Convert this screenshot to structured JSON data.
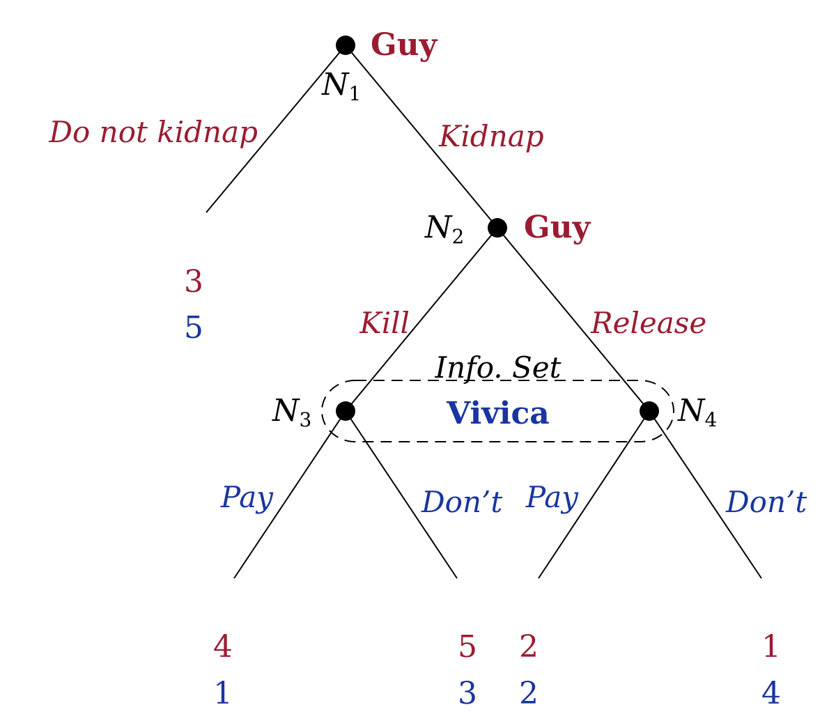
{
  "colors": {
    "player1": "#9b1c31",
    "player2": "#1a35a0",
    "ink": "#000000"
  },
  "players": {
    "p1": "Guy",
    "p2": "Vivica"
  },
  "nodes": {
    "n1": {
      "letter": "N",
      "sub": "1"
    },
    "n2": {
      "letter": "N",
      "sub": "2"
    },
    "n3": {
      "letter": "N",
      "sub": "3"
    },
    "n4": {
      "letter": "N",
      "sub": "4"
    }
  },
  "moves": {
    "do_not_kidnap": "Do not kidnap",
    "kidnap": "Kidnap",
    "kill": "Kill",
    "release": "Release",
    "pay_left": "Pay",
    "dont_left": "Don’t",
    "pay_right": "Pay",
    "dont_right": "Don’t"
  },
  "info_set": {
    "title": "Info. Set",
    "player": "Vivica"
  },
  "payoffs": {
    "no_kidnap": {
      "p1": "3",
      "p2": "5"
    },
    "kill_pay": {
      "p1": "4",
      "p2": "1"
    },
    "kill_dont": {
      "p1": "5",
      "p2": "3"
    },
    "release_pay": {
      "p1": "2",
      "p2": "2"
    },
    "release_dont": {
      "p1": "1",
      "p2": "4"
    }
  }
}
